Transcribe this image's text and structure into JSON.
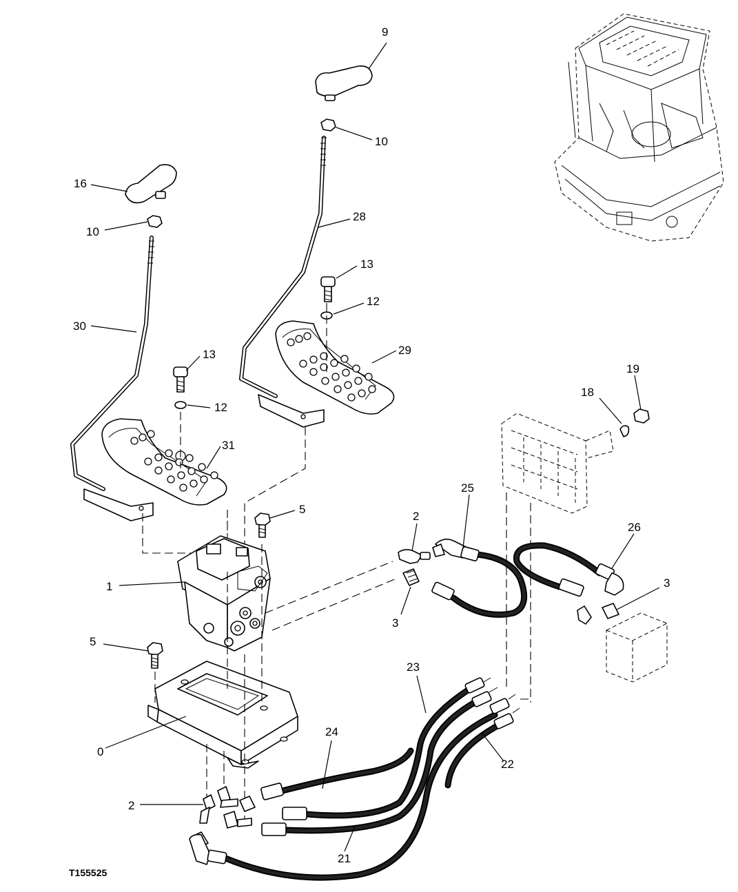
{
  "figure_id": "T155525",
  "callouts": {
    "c0": "0",
    "c1": "1",
    "c2a": "2",
    "c2b": "2",
    "c3a": "3",
    "c3b": "3",
    "c5a": "5",
    "c5b": "5",
    "c9": "9",
    "c10a": "10",
    "c10b": "10",
    "c12a": "12",
    "c12b": "12",
    "c13a": "13",
    "c13b": "13",
    "c16": "16",
    "c18": "18",
    "c19": "19",
    "c21": "21",
    "c22": "22",
    "c23": "23",
    "c24": "24",
    "c25": "25",
    "c26": "26",
    "c28": "28",
    "c29": "29",
    "c30": "30",
    "c31": "31"
  }
}
